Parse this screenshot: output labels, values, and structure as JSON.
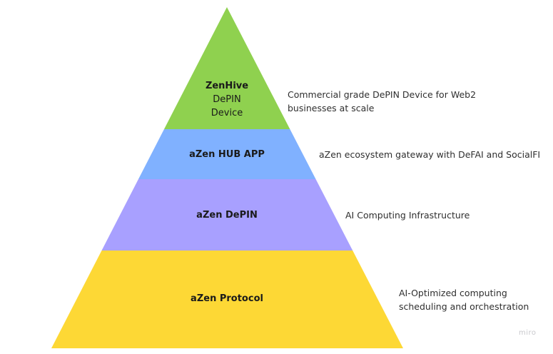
{
  "layers": [
    {
      "title": "ZenHive",
      "subtitle_lines": [
        "DePIN",
        "Device"
      ],
      "color": "#8fd14f",
      "description_lines": [
        "Commercial grade DePIN Device for Web2",
        "businesses at scale"
      ]
    },
    {
      "title": "aZen HUB APP",
      "subtitle_lines": [],
      "color": "#80b1ff",
      "description_lines": [
        "aZen ecosystem gateway with DeFAI and SocialFI"
      ]
    },
    {
      "title": "aZen DePIN",
      "subtitle_lines": [],
      "color": "#a8a0ff",
      "description_lines": [
        "AI Computing Infrastructure"
      ]
    },
    {
      "title": "aZen Protocol",
      "subtitle_lines": [],
      "color": "#fdd835",
      "description_lines": [
        "AI-Optimized computing",
        "scheduling and orchestration"
      ]
    }
  ],
  "watermark": "miro"
}
